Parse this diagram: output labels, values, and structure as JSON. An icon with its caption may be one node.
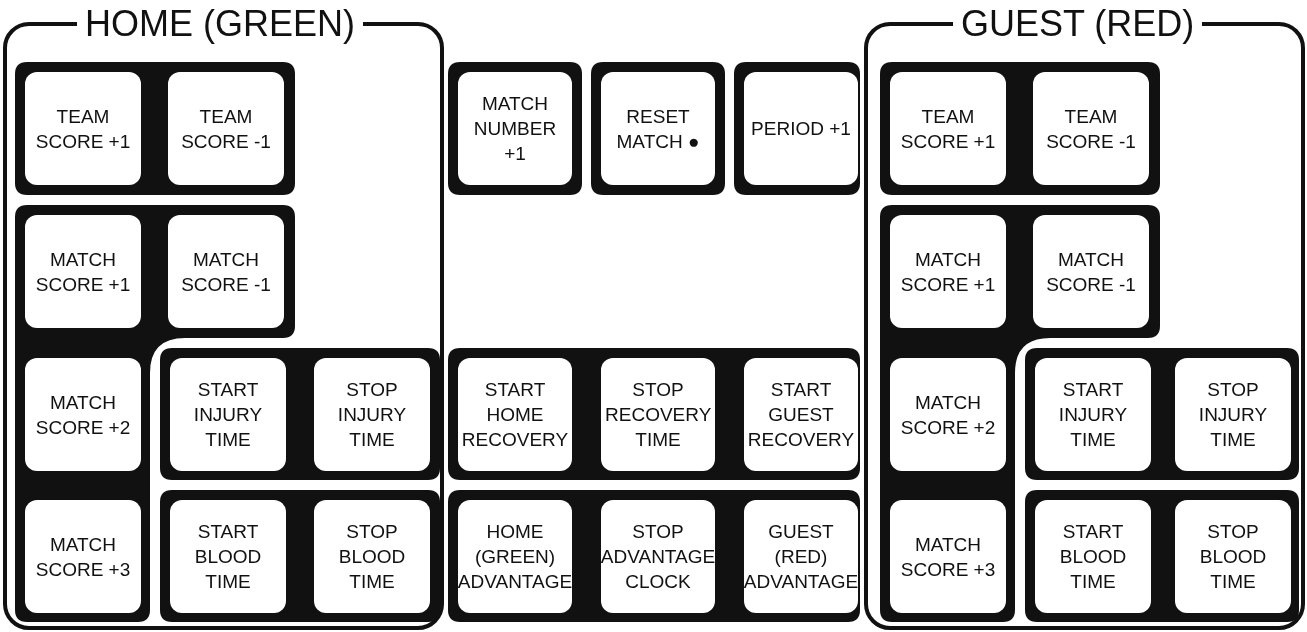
{
  "diagram": {
    "nodes": [
      {
        "text": [
          "HOME (GREEN)"
        ]
      },
      {
        "text": [
          "TEAM SCORE +1"
        ],
        "in": 0
      },
      {
        "text": [
          "TEAM SCORE -1"
        ],
        "in": 0
      },
      {
        "text": [
          "MATCH SCORE +1"
        ],
        "in": 0
      },
      {
        "text": [
          "MATCH SCORE -1"
        ],
        "in": 0
      },
      {
        "text": [
          "MATCH SCORE +2"
        ],
        "in": 0
      },
      {
        "text": [
          "START INJURY TIME"
        ],
        "in": 0
      },
      {
        "text": [
          "STOP INJURY TIME"
        ],
        "in": 0
      },
      {
        "text": [
          "MATCH SCORE +3"
        ],
        "in": 0
      },
      {
        "text": [
          "START BLOOD TIME"
        ],
        "in": 0
      },
      {
        "text": [
          "STOP BLOOD TIME"
        ],
        "in": 0
      },
      {
        "text": [
          "MATCH NUMBER +1"
        ]
      },
      {
        "text": [
          "RESET MATCH ●"
        ]
      },
      {
        "text": [
          "PERIOD +1"
        ]
      },
      {
        "text": [
          "START HOME RECOVERY"
        ]
      },
      {
        "text": [
          "STOP RECOVERY TIME"
        ]
      },
      {
        "text": [
          "START GUEST RECOVERY"
        ]
      },
      {
        "text": [
          "HOME (GREEN) ADVANTAGE"
        ]
      },
      {
        "text": [
          "STOP ADVANTAGE CLOCK"
        ]
      },
      {
        "text": [
          "GUEST (RED) ADVANTAGE"
        ]
      },
      {
        "text": [
          "GUEST (RED)"
        ]
      },
      {
        "text": [
          "TEAM SCORE +1"
        ],
        "in": 20
      },
      {
        "text": [
          "TEAM SCORE -1"
        ],
        "in": 20
      },
      {
        "text": [
          "MATCH SCORE +1"
        ],
        "in": 20
      },
      {
        "text": [
          "MATCH SCORE -1"
        ],
        "in": 20
      },
      {
        "text": [
          "MATCH SCORE +2"
        ],
        "in": 20
      },
      {
        "text": [
          "START INJURY TIME"
        ],
        "in": 20
      },
      {
        "text": [
          "STOP INJURY TIME"
        ],
        "in": 20
      },
      {
        "text": [
          "MATCH SCORE +3"
        ],
        "in": 20
      },
      {
        "text": [
          "START BLOOD TIME"
        ],
        "in": 20
      },
      {
        "text": [
          "STOP BLOOD TIME"
        ],
        "in": 20
      }
    ]
  }
}
